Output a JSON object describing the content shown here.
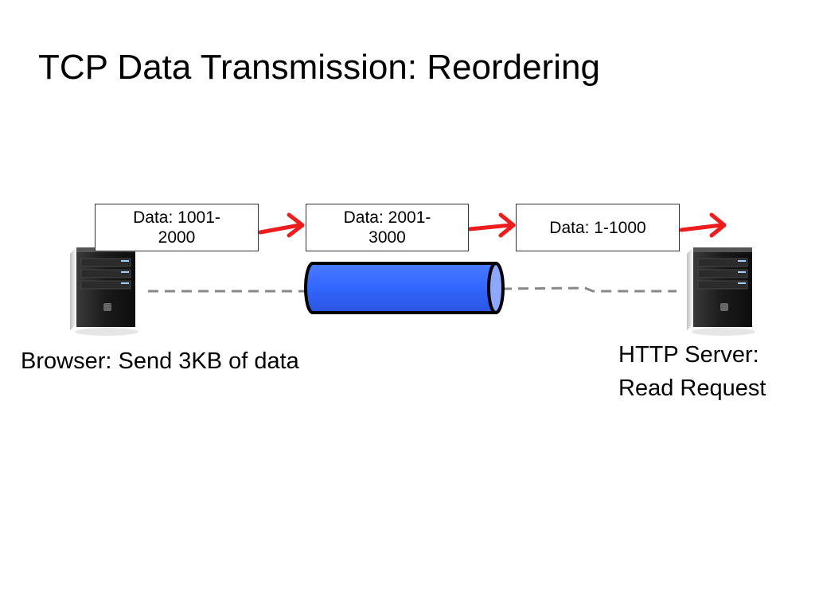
{
  "slide": {
    "title": "TCP Data Transmission: Reordering"
  },
  "packets": [
    {
      "line1": "Data: 1001-",
      "line2": "2000"
    },
    {
      "line1": "Data: 2001-",
      "line2": "3000"
    },
    {
      "line1": "Data: 1-1000",
      "line2": ""
    }
  ],
  "endpoints": {
    "browser": {
      "label": "Browser:  Send 3KB of data"
    },
    "server": {
      "line1": "HTTP Server:",
      "line2": "Read Request"
    }
  },
  "colors": {
    "arrow": "#ee1c1c",
    "pipe_fill": "#3366ff",
    "pipe_end": "#8fa8ff",
    "link": "#888888"
  },
  "icons": [
    "server-tower-icon",
    "server-tower-icon"
  ]
}
